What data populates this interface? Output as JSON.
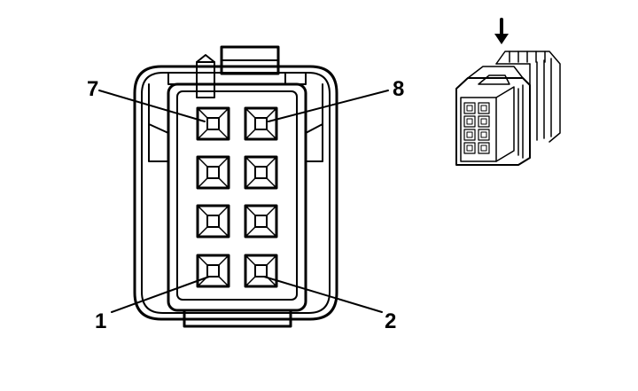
{
  "pin_labels": {
    "top_left": "7",
    "top_right": "8",
    "bottom_left": "1",
    "bottom_right": "2"
  },
  "connector": {
    "rows": 4,
    "columns": 2,
    "cavity_count": 8
  },
  "inset": {
    "arrow_icon": "down-arrow-icon"
  }
}
